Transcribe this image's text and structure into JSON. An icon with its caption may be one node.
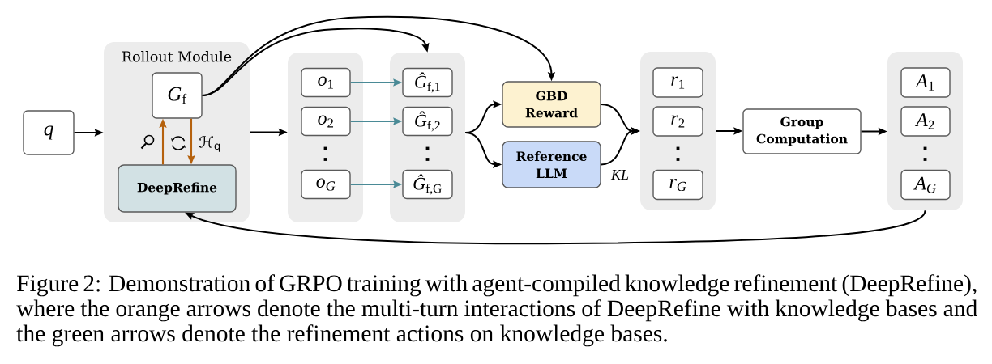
{
  "diagram": {
    "caption": "Figure 2: Demonstration of GRPO training with agent-compiled knowledge refinement (DeepRefine), where the orange arrows denote the multi-turn interactions of DeepRefine with knowledge bases and the green arrows denote the refinement actions on knowledge bases.",
    "nodes": [
      {
        "text": [
          "q"
        ]
      },
      {
        "text": [
          "Rollout Module"
        ]
      },
      {
        "text": [
          "*G*$_{f}$"
        ],
        "in": 1
      },
      {
        "text": [
          "DeepRefine"
        ],
        "in": 1
      },
      {
        "text": [],
        "shape": "box"
      },
      {
        "text": [
          "*o*$_{1}$"
        ],
        "in": 4
      },
      {
        "text": [
          "*o*$_{2}$"
        ],
        "in": 4
      },
      {
        "text": [
          "o$_{G}$"
        ],
        "in": 4
      },
      {
        "text": [],
        "shape": "box"
      },
      {
        "text": [
          "*Ĝ*$_{f,1}$"
        ],
        "in": 8
      },
      {
        "text": [
          "*Ĝ*$_{f,2}$"
        ],
        "in": 8
      },
      {
        "text": [
          "*Ĝ*$_{f,G}$"
        ],
        "in": 8
      },
      {
        "text": [
          "GBD Reward"
        ]
      },
      {
        "text": [
          "Reference LLM"
        ]
      },
      {
        "text": [],
        "shape": "box"
      },
      {
        "text": [
          "*r*$_{1}$"
        ],
        "in": 14
      },
      {
        "text": [
          "*r*$_{2}$"
        ],
        "in": 14
      },
      {
        "text": [
          "r$_{G}$"
        ],
        "in": 14
      },
      {
        "text": [
          "Group Computation"
        ]
      },
      {
        "text": [],
        "shape": "box"
      },
      {
        "text": [
          "*A*$_{1}$"
        ],
        "in": 19
      },
      {
        "text": [
          "*A*$_{2}$"
        ],
        "in": 19
      },
      {
        "text": [
          "A$_{G}$"
        ],
        "in": 19
      }
    ],
    "edges": [
      {
        "from": 0,
        "to": 1,
        "arrow": "to"
      },
      {
        "from": 1,
        "to": 4,
        "arrow": "to"
      },
      {
        "from": 3,
        "to": 2,
        "arrow": "to",
        "color": "#b5610d"
      },
      {
        "from": 2,
        "to": 3,
        "arrow": "to",
        "color": "#b5610d",
        "label": "ℋ$_{q}$"
      },
      {
        "from": 5,
        "to": 9,
        "arrow": "to",
        "color": "#4a8a96"
      },
      {
        "from": 6,
        "to": 10,
        "arrow": "to",
        "color": "#4a8a96"
      },
      {
        "from": 7,
        "to": 11,
        "arrow": "to",
        "color": "#4a8a96"
      },
      {
        "from": 2,
        "to": 8,
        "arrow": "to"
      },
      {
        "from": 2,
        "to": 12,
        "arrow": "to"
      },
      {
        "from": 8,
        "to": 12,
        "arrow": "to"
      },
      {
        "from": 8,
        "to": 13,
        "arrow": "to"
      },
      {
        "from": 12,
        "to": 14,
        "arrow": "to"
      },
      {
        "from": 13,
        "to": 14,
        "arrow": "to",
        "label": "KL"
      },
      {
        "from": 14,
        "to": 18,
        "arrow": "to"
      },
      {
        "from": 18,
        "to": 19,
        "arrow": "to"
      },
      {
        "from": 19,
        "to": 3,
        "arrow": "to"
      }
    ]
  }
}
